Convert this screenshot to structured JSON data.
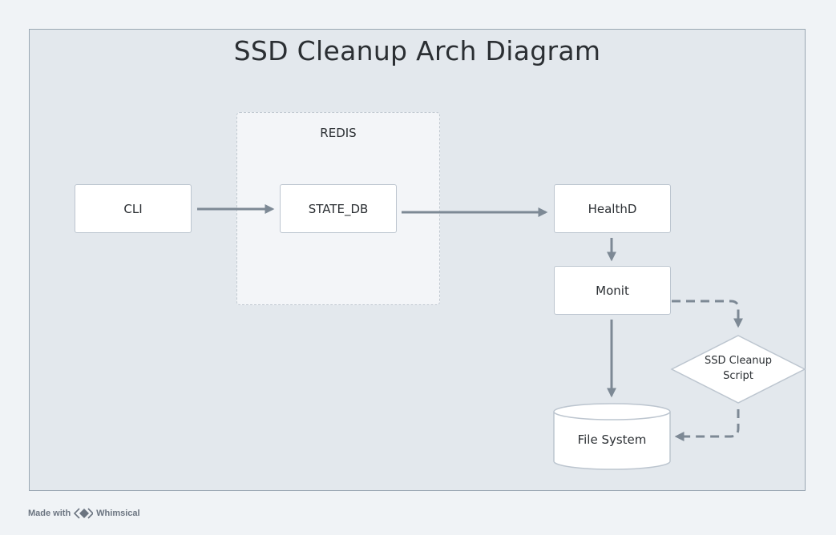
{
  "diagram": {
    "title": "SSD Cleanup Arch Diagram",
    "group_label": "REDIS",
    "nodes": {
      "cli": "CLI",
      "state_db": "STATE_DB",
      "healthd": "HealthD",
      "monit": "Monit",
      "cleanup_script_line1": "SSD Cleanup",
      "cleanup_script_line2": "Script",
      "file_system": "File System"
    }
  },
  "footer": {
    "made_with": "Made with",
    "brand": "Whimsical"
  },
  "colors": {
    "background": "#f0f3f6",
    "frame": "#e3e8ed",
    "node_fill": "#ffffff",
    "node_border": "#bcc5cf",
    "connector": "#7d8995"
  }
}
